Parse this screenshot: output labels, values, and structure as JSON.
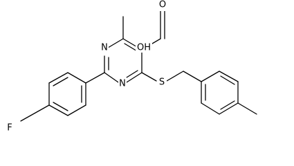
{
  "structure": {
    "atoms": {
      "nitrogen_top": "N",
      "nitrogen_bottom": "N",
      "fluorine": "F",
      "sulfur": "S",
      "oxygen_carbonyl": "O",
      "hydroxyl": "OH"
    }
  }
}
